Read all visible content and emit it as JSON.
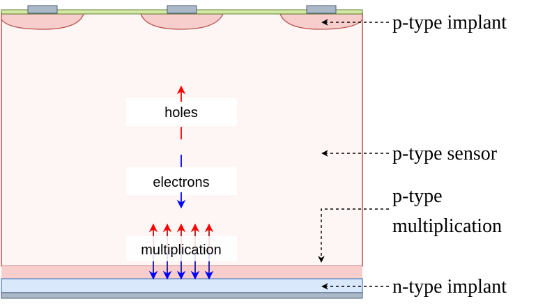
{
  "colors": {
    "substrate": "#fdf6f5",
    "substrate_border": "#b85450",
    "implant_fill": "#f8cecc",
    "implant_border": "#b85450",
    "top_strip": "#d5e8a4",
    "top_strip_border": "#5d7f38",
    "contact_fill": "#aab8c8",
    "contact_border": "#4c5e78",
    "mult_layer": "#f8cecc",
    "n_implant": "#dae8fc",
    "n_implant_border": "#6c8ebf",
    "bottom_contact": "#aab8c8",
    "hole_arrow": "#ff0000",
    "electron_arrow": "#0000ff",
    "pointer": "#000000"
  },
  "diagram": {
    "inner_labels": {
      "holes": "holes",
      "electrons": "electrons",
      "multiplication": "multiplication"
    },
    "side_labels": {
      "p_implant": "p-type implant",
      "p_sensor": "p-type sensor",
      "p_mult_line1": "p-type",
      "p_mult_line2": "multiplication",
      "n_implant": "n-type implant"
    }
  }
}
